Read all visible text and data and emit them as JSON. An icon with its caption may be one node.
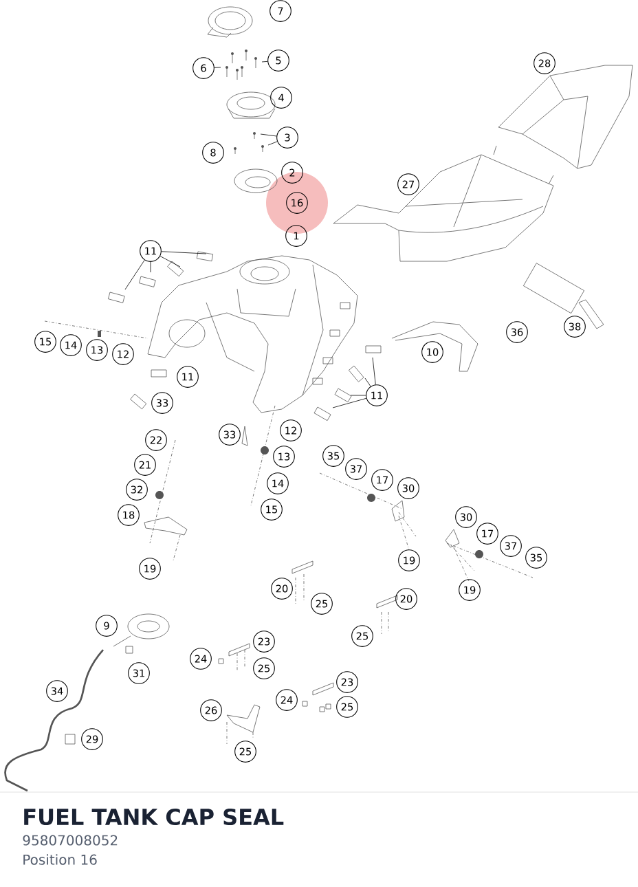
{
  "diagram": {
    "title": "FUEL TANK CAP SEAL",
    "nodes": [
      {
        "text": [
          "7"
        ]
      },
      {
        "text": [
          "5"
        ]
      },
      {
        "text": [
          "6"
        ]
      },
      {
        "text": [
          "4"
        ]
      },
      {
        "text": [
          "28"
        ]
      },
      {
        "text": [
          "3"
        ]
      },
      {
        "text": [
          "8"
        ]
      },
      {
        "text": [
          "2"
        ]
      },
      {
        "text": [
          "27"
        ]
      },
      {
        "text": [
          "16"
        ]
      },
      {
        "text": [
          "1"
        ]
      },
      {
        "text": [
          "11"
        ]
      },
      {
        "text": [
          "36"
        ]
      },
      {
        "text": [
          "38"
        ]
      },
      {
        "text": [
          "15"
        ]
      },
      {
        "text": [
          "14"
        ]
      },
      {
        "text": [
          "13"
        ]
      },
      {
        "text": [
          "12"
        ]
      },
      {
        "text": [
          "10"
        ]
      },
      {
        "text": [
          "11"
        ]
      },
      {
        "text": [
          "11"
        ]
      },
      {
        "text": [
          "33"
        ]
      },
      {
        "text": [
          "22"
        ]
      },
      {
        "text": [
          "33"
        ]
      },
      {
        "text": [
          "12"
        ]
      },
      {
        "text": [
          "13"
        ]
      },
      {
        "text": [
          "35"
        ]
      },
      {
        "text": [
          "21"
        ]
      },
      {
        "text": [
          "37"
        ]
      },
      {
        "text": [
          "17"
        ]
      },
      {
        "text": [
          "14"
        ]
      },
      {
        "text": [
          "32"
        ]
      },
      {
        "text": [
          "30"
        ]
      },
      {
        "text": [
          "15"
        ]
      },
      {
        "text": [
          "18"
        ]
      },
      {
        "text": [
          "30"
        ]
      },
      {
        "text": [
          "17"
        ]
      },
      {
        "text": [
          "37"
        ]
      },
      {
        "text": [
          "35"
        ]
      },
      {
        "text": [
          "19"
        ]
      },
      {
        "text": [
          "19"
        ]
      },
      {
        "text": [
          "19"
        ]
      },
      {
        "text": [
          "20"
        ]
      },
      {
        "text": [
          "25"
        ]
      },
      {
        "text": [
          "20"
        ]
      },
      {
        "text": [
          "9"
        ]
      },
      {
        "text": [
          "25"
        ]
      },
      {
        "text": [
          "23"
        ]
      },
      {
        "text": [
          "24"
        ]
      },
      {
        "text": [
          "25"
        ]
      },
      {
        "text": [
          "31"
        ]
      },
      {
        "text": [
          "34"
        ]
      },
      {
        "text": [
          "23"
        ]
      },
      {
        "text": [
          "24"
        ]
      },
      {
        "text": [
          "25"
        ]
      },
      {
        "text": [
          "26"
        ]
      },
      {
        "text": [
          "29"
        ]
      },
      {
        "text": [
          "25"
        ]
      }
    ],
    "edges": [
      {
        "from": 1,
        "to": null,
        "arrow": "none"
      },
      {
        "from": 2,
        "to": null,
        "arrow": "none"
      },
      {
        "from": 5,
        "to": null,
        "arrow": "none"
      },
      {
        "from": 5,
        "to": null,
        "arrow": "none"
      },
      {
        "from": 11,
        "to": null,
        "arrow": "none"
      },
      {
        "from": 11,
        "to": null,
        "arrow": "none"
      },
      {
        "from": 11,
        "to": null,
        "arrow": "none"
      },
      {
        "from": 11,
        "to": null,
        "arrow": "none"
      },
      {
        "from": 20,
        "to": null,
        "arrow": "none"
      },
      {
        "from": 20,
        "to": null,
        "arrow": "none"
      },
      {
        "from": 20,
        "to": null,
        "arrow": "none"
      },
      {
        "from": 20,
        "to": null,
        "arrow": "none"
      }
    ],
    "labels": [
      "95807008052",
      "Position 16"
    ]
  }
}
